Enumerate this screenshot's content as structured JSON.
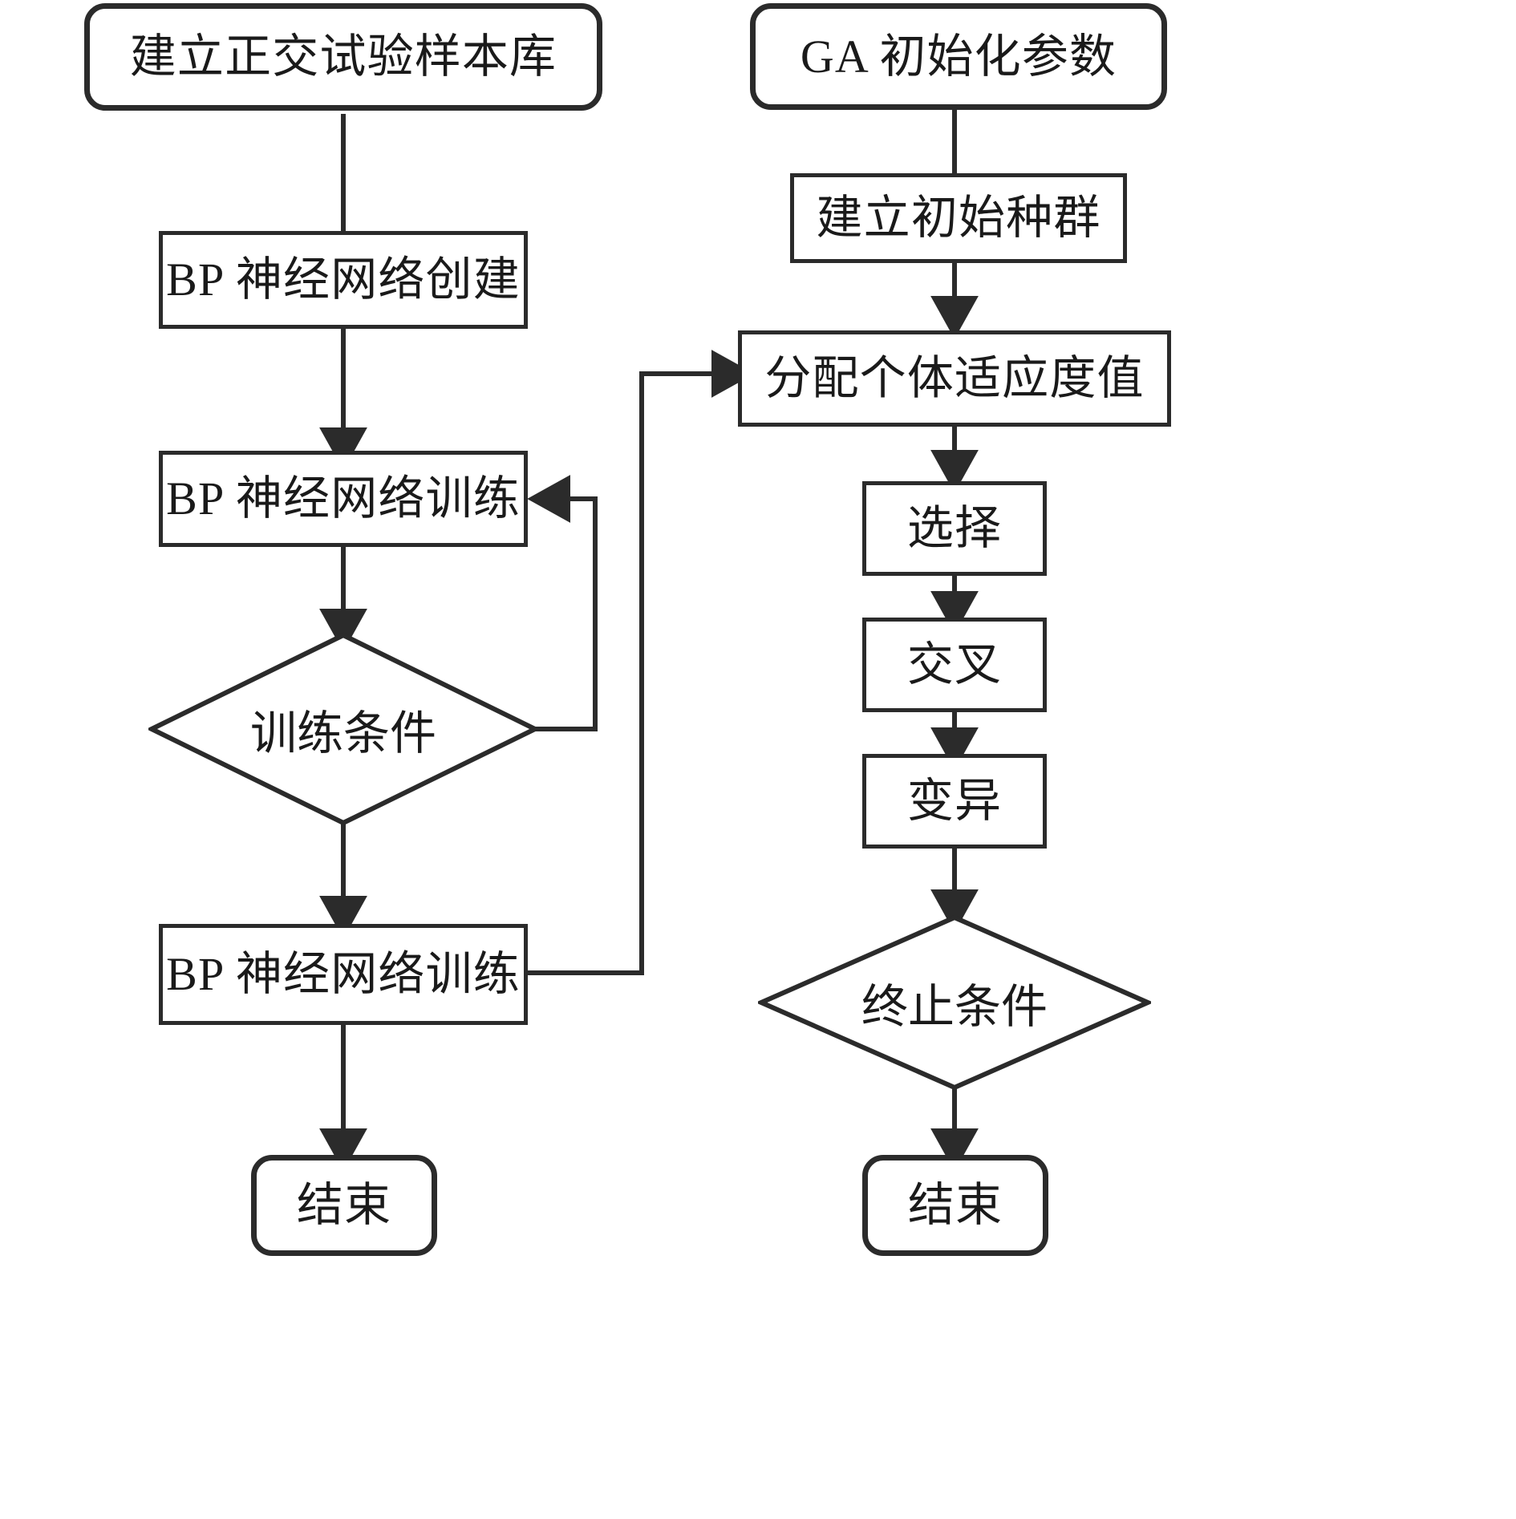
{
  "diagram": {
    "title": "GA-BP neural network flowchart",
    "colors": {
      "stroke": "#2b2b2b",
      "fill": "#ffffff",
      "text": "#1a1a1a"
    }
  },
  "left_branch": {
    "name": "BP neural network training branch",
    "nodes": [
      {
        "id": "build-sample-library",
        "shape": "terminal",
        "label": "建立正交试验样本库"
      },
      {
        "id": "bp-create",
        "shape": "rectangle",
        "label": "BP 神经网络创建"
      },
      {
        "id": "bp-train-1",
        "shape": "rectangle",
        "label": "BP 神经网络训练"
      },
      {
        "id": "training-condition",
        "shape": "diamond",
        "label": "训练条件"
      },
      {
        "id": "bp-train-2",
        "shape": "rectangle",
        "label": "BP 神经网络训练"
      },
      {
        "id": "end-left",
        "shape": "terminal",
        "label": "结束"
      }
    ]
  },
  "right_branch": {
    "name": "Genetic algorithm branch",
    "nodes": [
      {
        "id": "ga-init-params",
        "shape": "terminal",
        "label": "GA 初始化参数"
      },
      {
        "id": "init-population",
        "shape": "rectangle",
        "label": "建立初始种群"
      },
      {
        "id": "assign-fitness",
        "shape": "rectangle",
        "label": "分配个体适应度值"
      },
      {
        "id": "selection",
        "shape": "rectangle",
        "label": "选择"
      },
      {
        "id": "crossover",
        "shape": "rectangle",
        "label": "交叉"
      },
      {
        "id": "mutation",
        "shape": "rectangle",
        "label": "变异"
      },
      {
        "id": "termination-condition",
        "shape": "diamond",
        "label": "终止条件"
      },
      {
        "id": "end-right",
        "shape": "terminal",
        "label": "结束"
      }
    ]
  },
  "edges": [
    {
      "from": "build-sample-library",
      "to": "bp-create",
      "kind": "straight-down"
    },
    {
      "from": "bp-create",
      "to": "bp-train-1",
      "kind": "straight-down"
    },
    {
      "from": "bp-train-1",
      "to": "training-condition",
      "kind": "straight-down"
    },
    {
      "from": "training-condition",
      "to": "bp-train-1",
      "kind": "loop-back-right"
    },
    {
      "from": "training-condition",
      "to": "bp-train-2",
      "kind": "straight-down"
    },
    {
      "from": "bp-train-2",
      "to": "end-left",
      "kind": "straight-down"
    },
    {
      "from": "bp-train-2",
      "to": "assign-fitness",
      "kind": "cross-branch-right"
    },
    {
      "from": "ga-init-params",
      "to": "init-population",
      "kind": "straight-down"
    },
    {
      "from": "init-population",
      "to": "assign-fitness",
      "kind": "straight-down"
    },
    {
      "from": "assign-fitness",
      "to": "selection",
      "kind": "straight-down"
    },
    {
      "from": "selection",
      "to": "crossover",
      "kind": "straight-down"
    },
    {
      "from": "crossover",
      "to": "mutation",
      "kind": "straight-down"
    },
    {
      "from": "mutation",
      "to": "termination-condition",
      "kind": "straight-down"
    },
    {
      "from": "termination-condition",
      "to": "end-right",
      "kind": "straight-down"
    }
  ]
}
